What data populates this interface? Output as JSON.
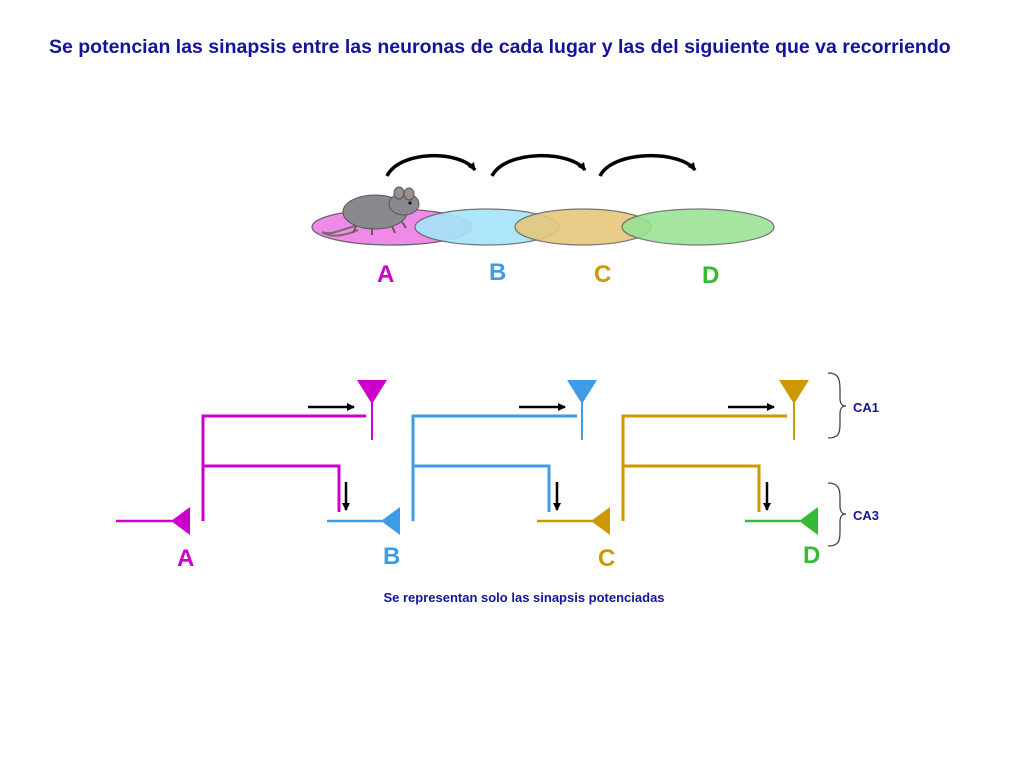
{
  "title": "Se potencian las sinapsis entre las neuronas de cada lugar y las del siguiente que va recorriendo",
  "place_fields": [
    {
      "label": "A",
      "color": "#cc00cc",
      "fill": "#f08ae8"
    },
    {
      "label": "B",
      "color": "#3e9be8",
      "fill": "#a6e4f8"
    },
    {
      "label": "C",
      "color": "#cc9900",
      "fill": "#e6c77c"
    },
    {
      "label": "D",
      "color": "#33bb33",
      "fill": "#98e294"
    }
  ],
  "neurons": [
    {
      "label": "A",
      "color": "#cc00cc"
    },
    {
      "label": "B",
      "color": "#3e9be8"
    },
    {
      "label": "C",
      "color": "#cc9900"
    },
    {
      "label": "D",
      "color": "#33bb33"
    }
  ],
  "regions": {
    "ca1": "CA1",
    "ca3": "CA3"
  },
  "caption": "Se representan solo las sinapsis potenciadas",
  "icons": {
    "animal": "rat-icon",
    "arrow": "arrow-icon",
    "brace": "brace-icon",
    "neuron": "triangle-neuron-icon"
  }
}
